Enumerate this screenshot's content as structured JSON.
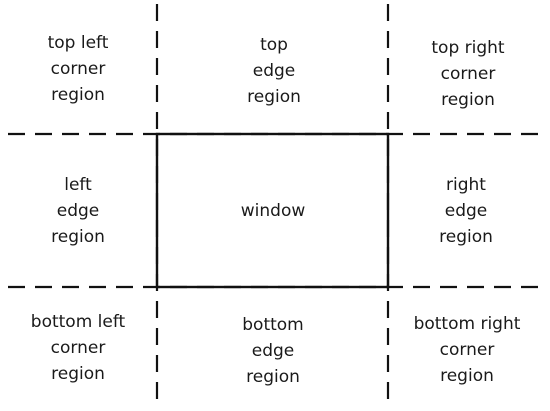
{
  "regions": {
    "top_left": {
      "lines": [
        "top left",
        "corner",
        "region"
      ]
    },
    "top": {
      "lines": [
        "top",
        "edge",
        "region"
      ]
    },
    "top_right": {
      "lines": [
        "top right",
        "corner",
        "region"
      ]
    },
    "left": {
      "lines": [
        "left",
        "edge",
        "region"
      ]
    },
    "window": {
      "lines": [
        "window"
      ]
    },
    "right": {
      "lines": [
        "right",
        "edge",
        "region"
      ]
    },
    "bottom_left": {
      "lines": [
        "bottom left",
        "corner",
        "region"
      ]
    },
    "bottom": {
      "lines": [
        "bottom",
        "edge",
        "region"
      ]
    },
    "bottom_right": {
      "lines": [
        "bottom right",
        "corner",
        "region"
      ]
    }
  },
  "colors": {
    "line": "#111111",
    "text": "#1a1a1a"
  }
}
